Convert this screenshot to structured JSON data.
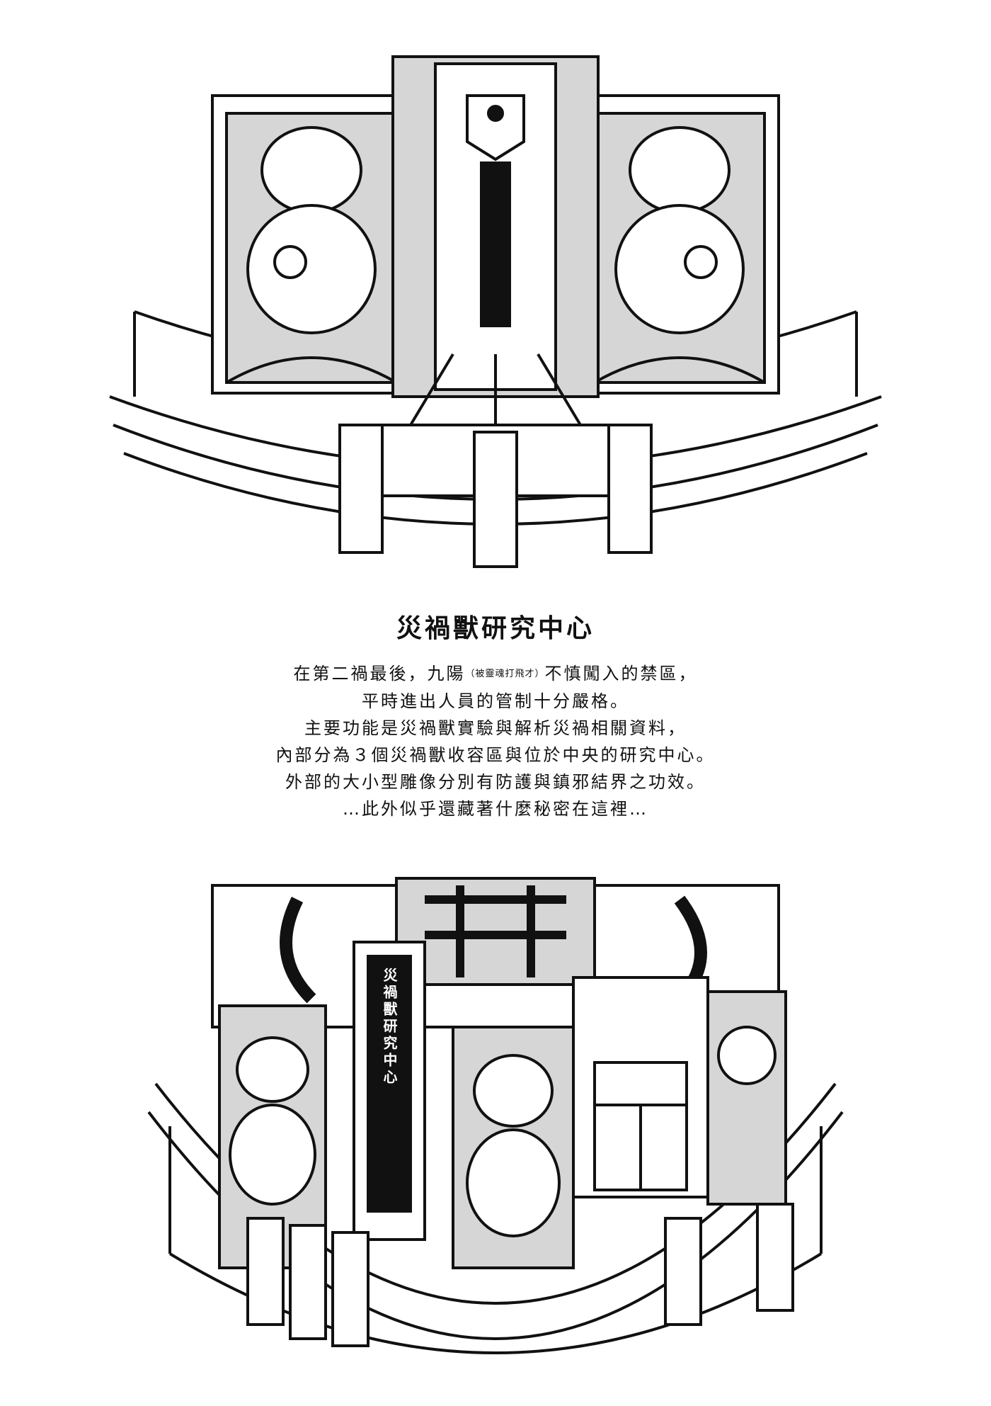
{
  "title": "災禍獸研究中心",
  "description": {
    "line1_before": "在第二禍最後，九陽",
    "line1_note": "（被靈魂打飛才）",
    "line1_after": "不慎闖入的禁區，",
    "line2": "平時進出人員的管制十分嚴格。",
    "line3": "主要功能是災禍獸實驗與解析災禍相關資料，",
    "line4": "內部分為３個災禍獸收容區與位於中央的研究中心。",
    "line5": "外部的大小型雕像分別有防護與鎮邪結界之功效。",
    "line6": "…此外似乎還藏著什麼秘密在這裡…"
  },
  "pillar_sign": "災禍獸研究中心",
  "colors": {
    "ink": "#111111",
    "paper": "#ffffff",
    "shade": "#d6d6d6"
  }
}
